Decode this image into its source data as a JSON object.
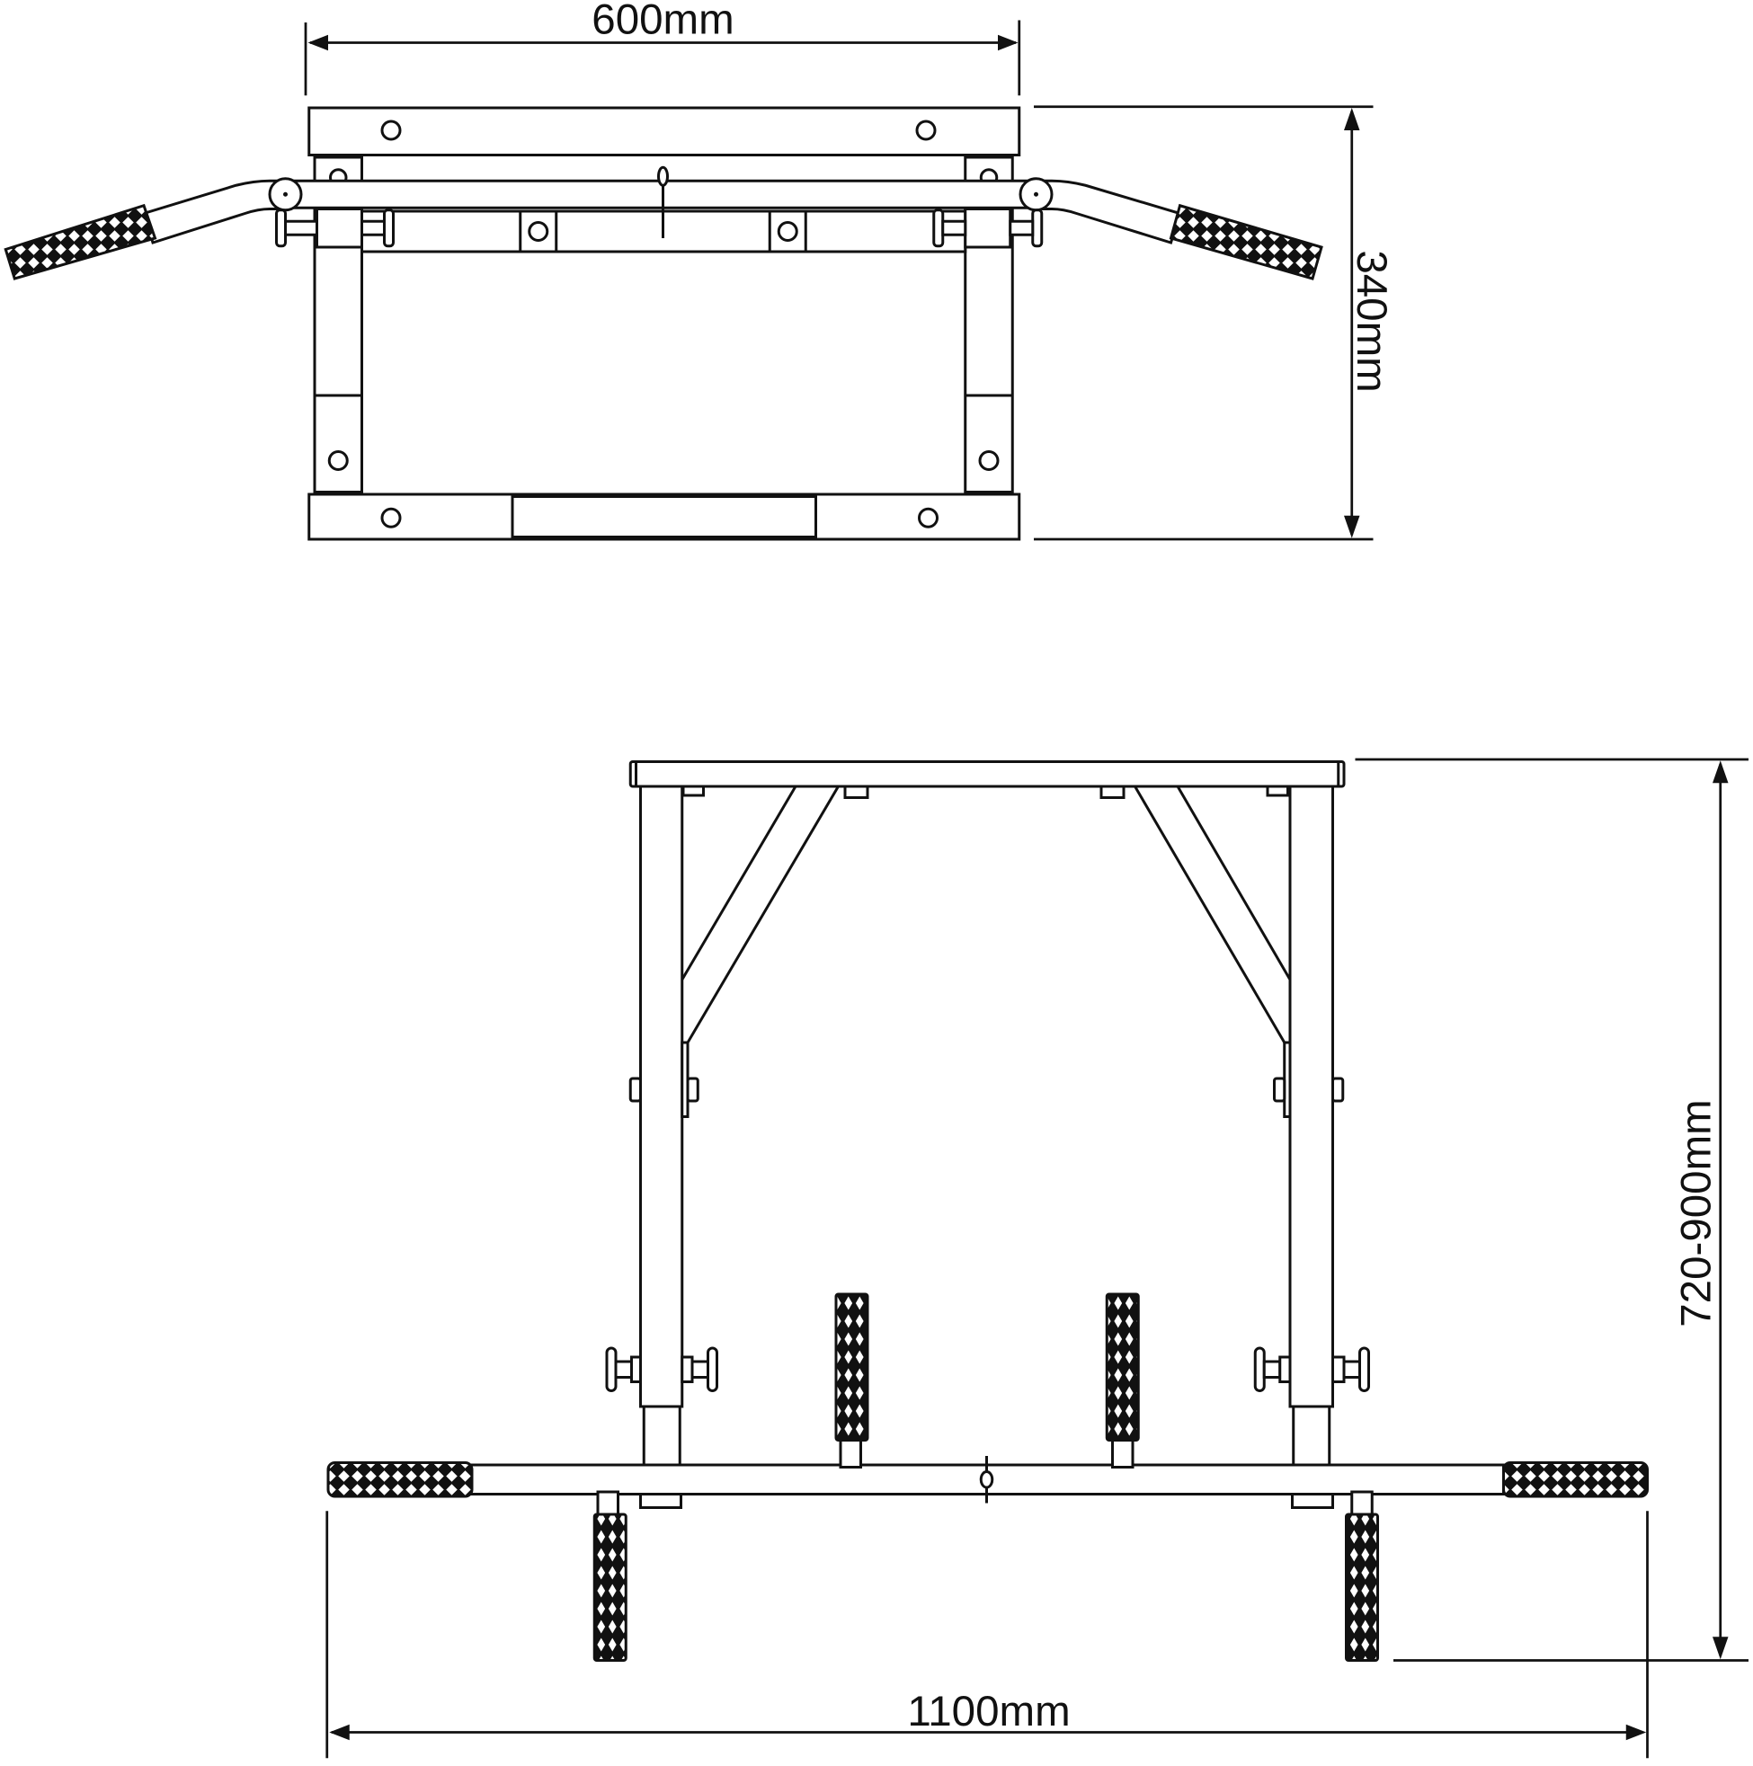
{
  "diagram": {
    "type": "technical dimension drawing",
    "subject": "wall-mounted pull-up / dip bar",
    "views": [
      {
        "name": "top view",
        "dimensions": {
          "width_label": "600mm",
          "depth_label": "340mm"
        }
      },
      {
        "name": "front view",
        "dimensions": {
          "height_label": "720-900mm",
          "overall_width_label": "1100mm"
        }
      }
    ],
    "colors": {
      "line": "#111111",
      "background": "#ffffff"
    }
  }
}
